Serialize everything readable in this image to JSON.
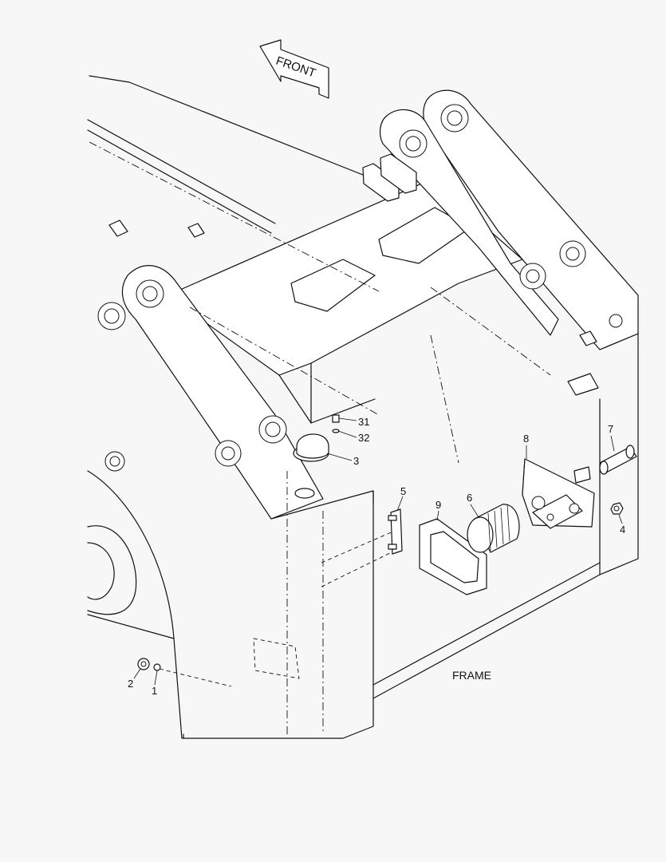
{
  "front_label": "FRONT",
  "frame_label": "FRAME",
  "callouts": [
    "1",
    "2",
    "3",
    "4",
    "5",
    "6",
    "7",
    "8",
    "9",
    "31",
    "32"
  ]
}
